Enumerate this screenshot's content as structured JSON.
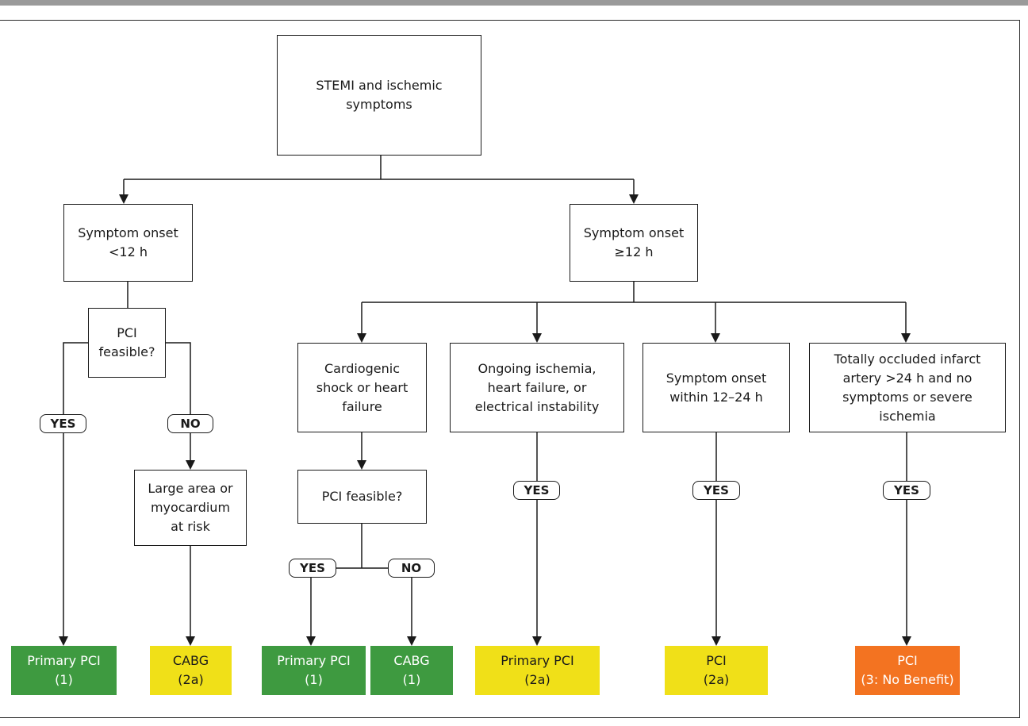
{
  "colors": {
    "class1_green": "#3e9a40",
    "class2a_yellow": "#f0e018",
    "class3_orange": "#f37321",
    "line": "#1a1a1a"
  },
  "root": {
    "label": "STEMI and ischemic\nsymptoms"
  },
  "left": {
    "onset": "Symptom onset\n<12 h",
    "feasible": "PCI\nfeasible?",
    "yes": "YES",
    "no": "NO",
    "risk": "Large area or\nmyocardium\nat risk",
    "out_primary": "Primary PCI\n(1)",
    "out_cabg": "CABG\n(2a)"
  },
  "right": {
    "onset": "Symptom onset\n≥12 h",
    "shock": "Cardiogenic\nshock or heart\nfailure",
    "shock_feasible": "PCI feasible?",
    "shock_yes": "YES",
    "shock_no": "NO",
    "shock_out_primary": "Primary PCI\n(1)",
    "shock_out_cabg": "CABG\n(1)",
    "ongoing": "Ongoing ischemia,\nheart failure, or\nelectrical instability",
    "ongoing_yes": "YES",
    "ongoing_out": "Primary PCI\n(2a)",
    "within": "Symptom onset\nwithin 12–24 h",
    "within_yes": "YES",
    "within_out": "PCI\n(2a)",
    "occluded": "Totally occluded infarct\nartery >24 h and no\nsymptoms or severe\nischemia",
    "occluded_yes": "YES",
    "occluded_out": "PCI\n(3: No Benefit)"
  }
}
